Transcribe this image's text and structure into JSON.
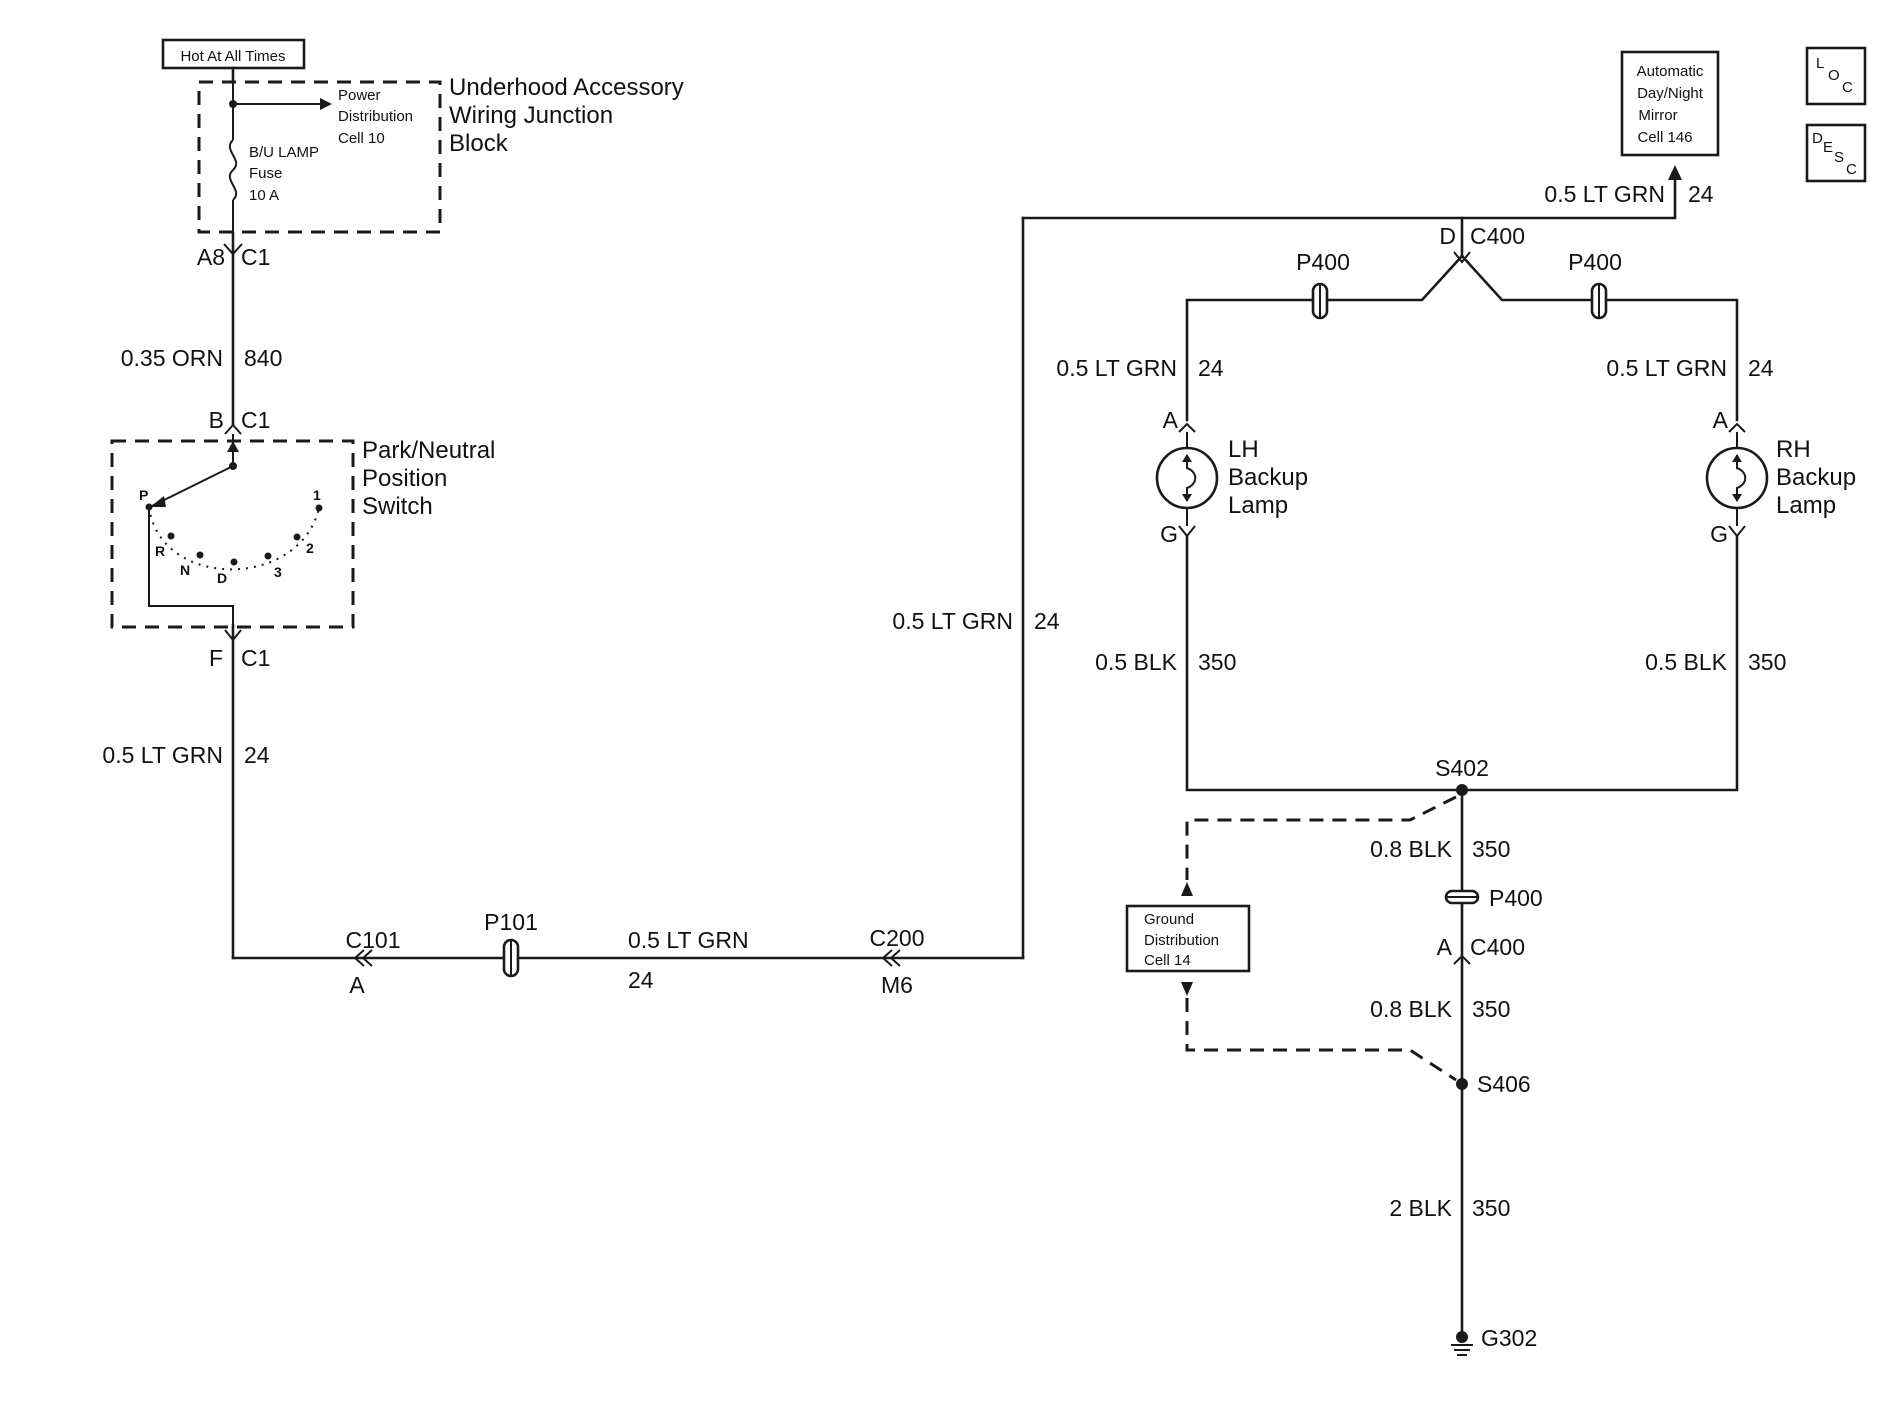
{
  "hot_at_all_times": "Hot At All Times",
  "underhood_block": {
    "title_lines": [
      "Underhood Accessory",
      "Wiring Junction",
      "Block"
    ],
    "power_dist_lines": [
      "Power",
      "Distribution",
      "Cell 10"
    ],
    "fuse_lines": [
      "B/U LAMP",
      "Fuse",
      "10 A"
    ]
  },
  "conn_a8": {
    "pin": "A8",
    "conn": "C1"
  },
  "wire_orn": {
    "gauge_color": "0.35 ORN",
    "circuit": "840"
  },
  "conn_b": {
    "pin": "B",
    "conn": "C1"
  },
  "pn_switch": {
    "title_lines": [
      "Park/Neutral",
      "Position",
      "Switch"
    ],
    "positions": [
      "P",
      "R",
      "N",
      "D",
      "3",
      "2",
      "1"
    ]
  },
  "conn_f": {
    "pin": "F",
    "conn": "C1"
  },
  "wire_left_grn": {
    "gauge_color": "0.5 LT GRN",
    "circuit": "24"
  },
  "c101": {
    "conn": "C101",
    "pin": "A"
  },
  "p101": "P101",
  "wire_bottom_grn": {
    "gauge_color": "0.5 LT GRN",
    "circuit": "24"
  },
  "c200": {
    "conn": "C200",
    "pin": "M6"
  },
  "wire_vertical_grn": {
    "gauge_color": "0.5 LT GRN",
    "circuit": "24"
  },
  "mirror_lines": [
    "Automatic",
    "Day/Night",
    "Mirror",
    "Cell 146"
  ],
  "wire_mirror": {
    "gauge_color": "0.5 LT GRN",
    "circuit": "24"
  },
  "c400_top": {
    "pin": "D",
    "conn": "C400"
  },
  "p400_left": "P400",
  "p400_right": "P400",
  "wire_lh_grn": {
    "gauge_color": "0.5 LT GRN",
    "circuit": "24"
  },
  "wire_rh_grn": {
    "gauge_color": "0.5 LT GRN",
    "circuit": "24"
  },
  "lh_lamp": {
    "pin_top": "A",
    "pin_bottom": "G",
    "label_lines": [
      "LH",
      "Backup",
      "Lamp"
    ]
  },
  "rh_lamp": {
    "pin_top": "A",
    "pin_bottom": "G",
    "label_lines": [
      "RH",
      "Backup",
      "Lamp"
    ]
  },
  "wire_lh_blk": {
    "gauge_color": "0.5 BLK",
    "circuit": "350"
  },
  "wire_rh_blk": {
    "gauge_color": "0.5 BLK",
    "circuit": "350"
  },
  "s402": "S402",
  "wire_s402_blk": {
    "gauge_color": "0.8 BLK",
    "circuit": "350"
  },
  "p400_ground": "P400",
  "c400_ground": {
    "pin": "A",
    "conn": "C400"
  },
  "ground_dist_lines": [
    "Ground",
    "Distribution",
    "Cell 14"
  ],
  "wire_c400_blk": {
    "gauge_color": "0.8 BLK",
    "circuit": "350"
  },
  "s406": "S406",
  "wire_ground_blk": {
    "gauge_color": "2 BLK",
    "circuit": "350"
  },
  "g302": "G302",
  "loc_icon": {
    "letters": [
      "L",
      "O",
      "C"
    ]
  },
  "desc_icon": {
    "letters": [
      "D",
      "E",
      "S",
      "C"
    ]
  }
}
